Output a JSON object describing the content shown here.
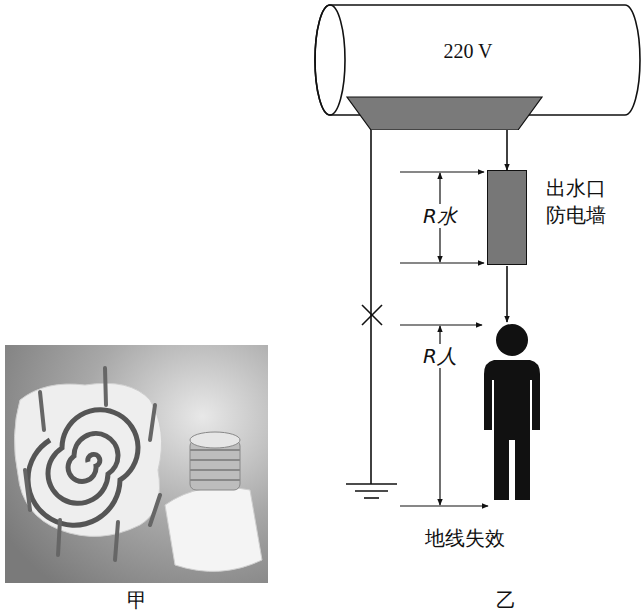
{
  "diagram": {
    "nodes": [
      {
        "text": [
          "220 V"
        ]
      },
      {
        "text": [
          "出水口 防电墙"
        ]
      }
    ],
    "edges": [
      {
        "from": 0,
        "to": 1,
        "arrow": "to"
      }
    ],
    "labels": [
      "R水",
      "R人",
      "地线失效",
      "甲",
      "乙"
    ]
  }
}
